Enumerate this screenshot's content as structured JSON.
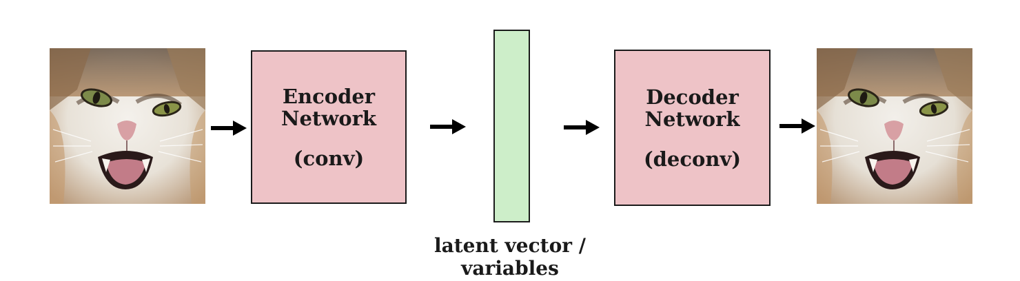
{
  "encoder": {
    "line1": "Encoder",
    "line2": "Network",
    "sub": "(conv)"
  },
  "decoder": {
    "line1": "Decoder",
    "line2": "Network",
    "sub": "(deconv)"
  },
  "latent": {
    "label": "latent vector / variables"
  },
  "images": {
    "input": "cat-face-photo",
    "output": "cat-face-photo"
  },
  "colors": {
    "network_box_fill": "#eec3c7",
    "latent_fill": "#cdeec9",
    "stroke": "#1a1a1a"
  }
}
